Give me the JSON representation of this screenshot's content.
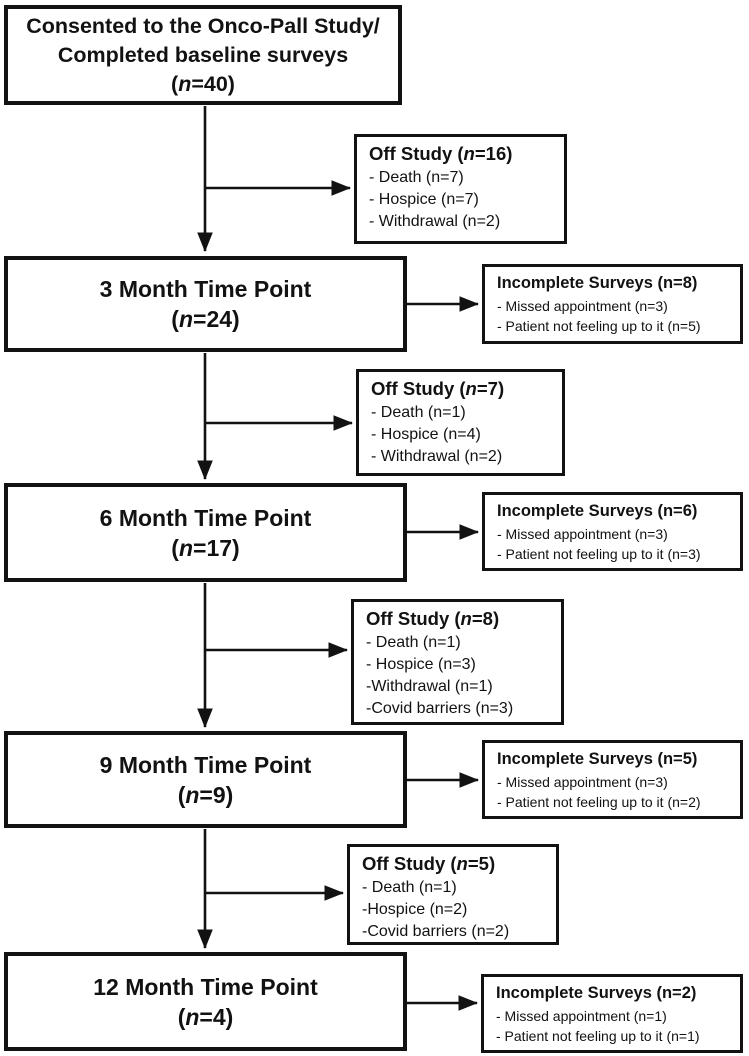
{
  "colors": {
    "line": "#121212",
    "text": "#121212",
    "background": "#ffffff"
  },
  "consent": {
    "line1": "Consented to the Onco-Pall Study/",
    "line2": "Completed baseline surveys",
    "n_pre": "(",
    "n_var": "n",
    "n_post": "=40)"
  },
  "timepoints": [
    {
      "title": "3 Month Time Point",
      "n_pre": "(",
      "n_var": "n",
      "n_post": "=24)"
    },
    {
      "title": "6 Month Time Point",
      "n_pre": "(",
      "n_var": "n",
      "n_post": "=17)"
    },
    {
      "title": "9 Month Time Point",
      "n_pre": "(",
      "n_var": "n",
      "n_post": "=9)"
    },
    {
      "title": "12 Month Time Point",
      "n_pre": "(",
      "n_var": "n",
      "n_post": "=4)"
    }
  ],
  "off_study": [
    {
      "title_pre": "Off Study (",
      "title_var": "n",
      "title_post": "=16)",
      "items": [
        "- Death (n=7)",
        "- Hospice (n=7)",
        "- Withdrawal (n=2)"
      ]
    },
    {
      "title_pre": "Off Study (",
      "title_var": "n",
      "title_post": "=7)",
      "items": [
        "- Death (n=1)",
        "- Hospice (n=4)",
        "- Withdrawal (n=2)"
      ]
    },
    {
      "title_pre": "Off Study (",
      "title_var": "n",
      "title_post": "=8)",
      "items": [
        "- Death (n=1)",
        "- Hospice (n=3)",
        "-Withdrawal (n=1)",
        "-Covid barriers (n=3)"
      ]
    },
    {
      "title_pre": "Off Study (",
      "title_var": "n",
      "title_post": "=5)",
      "items": [
        "- Death (n=1)",
        "-Hospice (n=2)",
        "-Covid barriers (n=2)"
      ]
    }
  ],
  "incomplete": [
    {
      "title": "Incomplete Surveys (n=8)",
      "items": [
        "- Missed appointment (n=3)",
        "- Patient not feeling up to it (n=5)"
      ]
    },
    {
      "title": "Incomplete Surveys (n=6)",
      "items": [
        "- Missed appointment (n=3)",
        "- Patient not feeling up to it (n=3)"
      ]
    },
    {
      "title": "Incomplete Surveys (n=5)",
      "items": [
        "- Missed appointment (n=3)",
        "- Patient not feeling up to it (n=2)"
      ]
    },
    {
      "title": "Incomplete Surveys (n=2)",
      "items": [
        "- Missed appointment (n=1)",
        "- Patient not feeling up to it (n=1)"
      ]
    }
  ]
}
